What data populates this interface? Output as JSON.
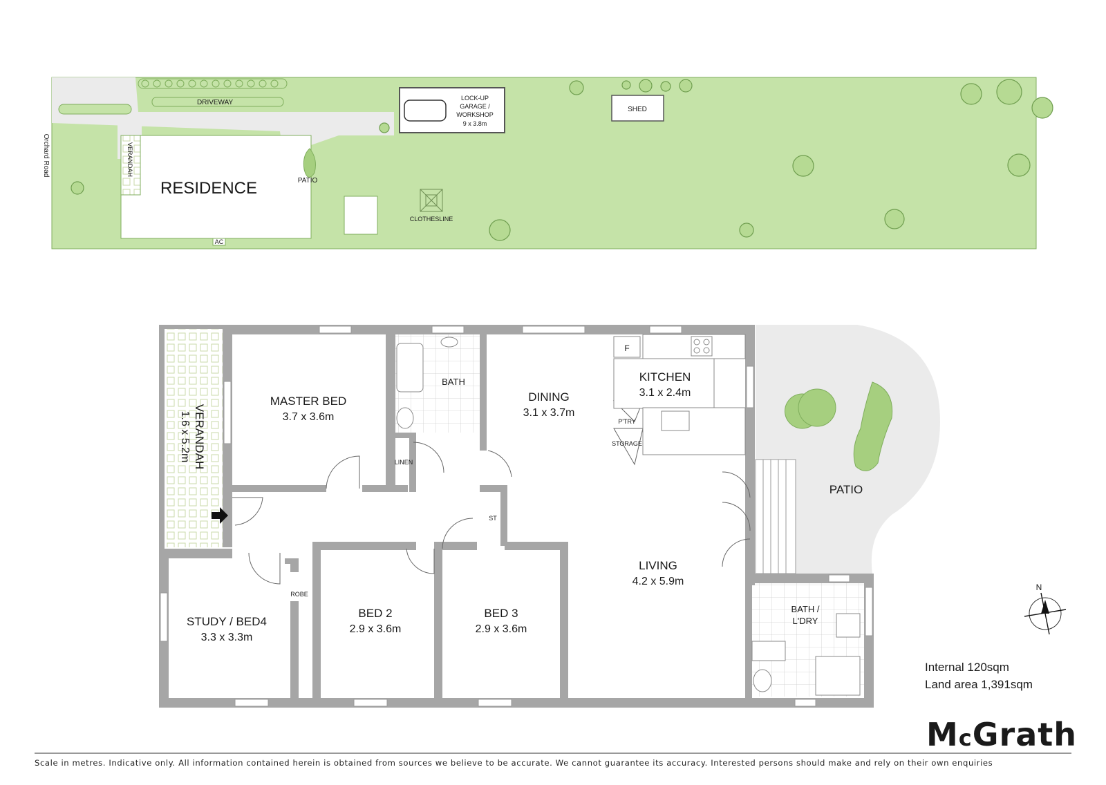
{
  "site_plan": {
    "street": "Orchard Road",
    "driveway": "DRIVEWAY",
    "verandah": "VERANDAH",
    "residence": "RESIDENCE",
    "patio": "PATIO",
    "garage_line1": "LOCK-UP",
    "garage_line2": "GARAGE /",
    "garage_line3": "WORKSHOP",
    "garage_size": "9 x 3.8m",
    "shed": "SHED",
    "clothesline": "CLOTHESLINE",
    "ac": "AC",
    "lawn_color": "#c5e3a8",
    "paving_color": "#ebebeb",
    "border_color": "#7fae5c"
  },
  "floor_plan": {
    "verandah": {
      "name": "VERANDAH",
      "size": "1.6 x 5.2m"
    },
    "master_bed": {
      "name": "MASTER BED",
      "size": "3.7 x 3.6m"
    },
    "bath": {
      "name": "BATH"
    },
    "dining": {
      "name": "DINING",
      "size": "3.1 x 3.7m"
    },
    "kitchen": {
      "name": "KITCHEN",
      "size": "3.1 x 2.4m"
    },
    "fridge": "F",
    "pantry": "P'TRY",
    "storage": "STORAGE",
    "linen": "LINEN",
    "store": "ST",
    "patio": {
      "name": "PATIO"
    },
    "living": {
      "name": "LIVING",
      "size": "4.2 x 5.9m"
    },
    "study": {
      "name": "STUDY / BED4",
      "size": "3.3 x 3.3m"
    },
    "robe": "ROBE",
    "bed2": {
      "name": "BED 2",
      "size": "2.9 x 3.6m"
    },
    "bed3": {
      "name": "BED 3",
      "size": "2.9 x 3.6m"
    },
    "bath_laundry": {
      "name_line1": "BATH /",
      "name_line2": "L'DRY"
    },
    "wall_color": "#a6a6a6",
    "window_color": "#e0e0e0"
  },
  "compass": {
    "north": "N"
  },
  "stats": {
    "internal": "Internal 120sqm",
    "land": "Land area 1,391sqm"
  },
  "brand": {
    "logo_m": "M",
    "logo_c": "c",
    "logo_rest": "Grath"
  },
  "footer": {
    "disclaimer": "Scale in metres. Indicative only. All information contained herein is obtained from sources we believe to be accurate. We cannot guarantee its accuracy. Interested persons should make and rely on their own enquiries"
  }
}
